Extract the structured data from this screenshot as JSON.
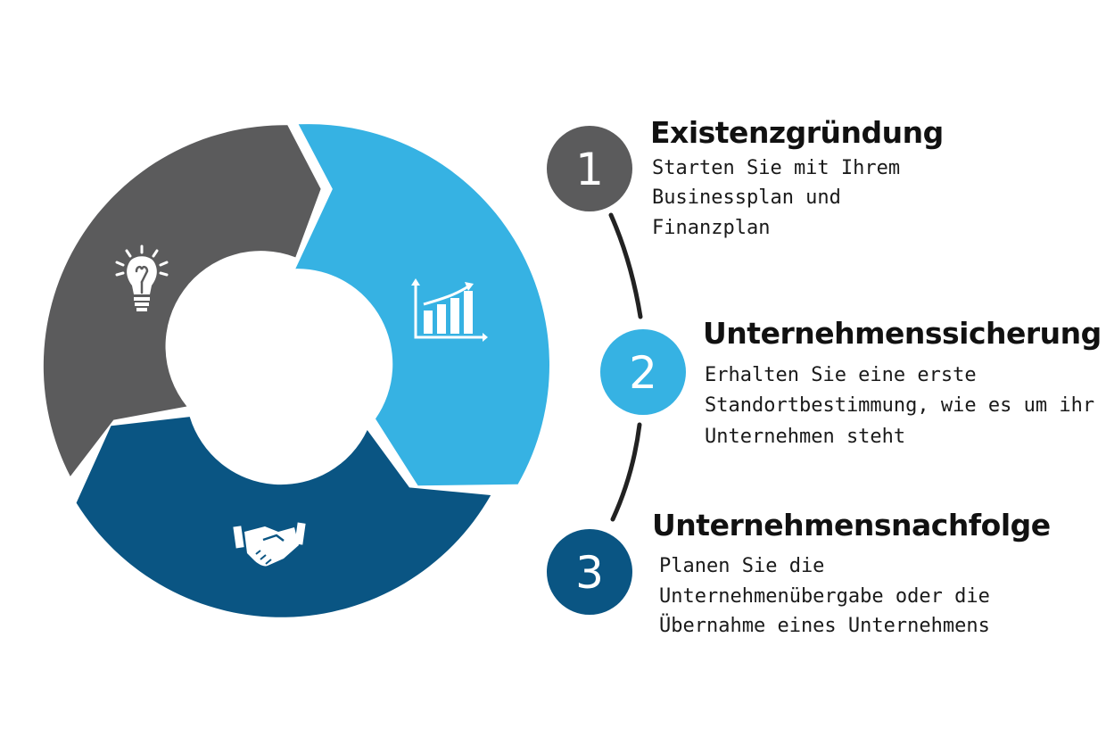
{
  "colors": {
    "dark_gray": "#5b5b5c",
    "light_blue": "#36b2e3",
    "dark_blue": "#0a5583",
    "connector": "#222222",
    "text": "#111111"
  },
  "ring": {
    "segments": [
      {
        "id": "ideas",
        "color": "#5b5b5c",
        "icon": "lightbulb-icon"
      },
      {
        "id": "growth",
        "color": "#36b2e3",
        "icon": "bar-chart-icon"
      },
      {
        "id": "handover",
        "color": "#0a5583",
        "icon": "handshake-icon"
      }
    ]
  },
  "steps": [
    {
      "number": "1",
      "title": "Existenzgründung",
      "lines": [
        "Starten Sie mit Ihrem",
        "Businessplan und",
        "Finanzplan"
      ]
    },
    {
      "number": "2",
      "title": "Unternehmenssicherung",
      "lines": [
        "Erhalten Sie eine erste",
        "Standortbestimmung, wie es um ihr",
        "Unternehmen steht"
      ]
    },
    {
      "number": "3",
      "title": "Unternehmensnachfolge",
      "lines": [
        "Planen Sie die",
        "Unternehmenübergabe oder die",
        "Übernahme eines Unternehmens"
      ]
    }
  ]
}
